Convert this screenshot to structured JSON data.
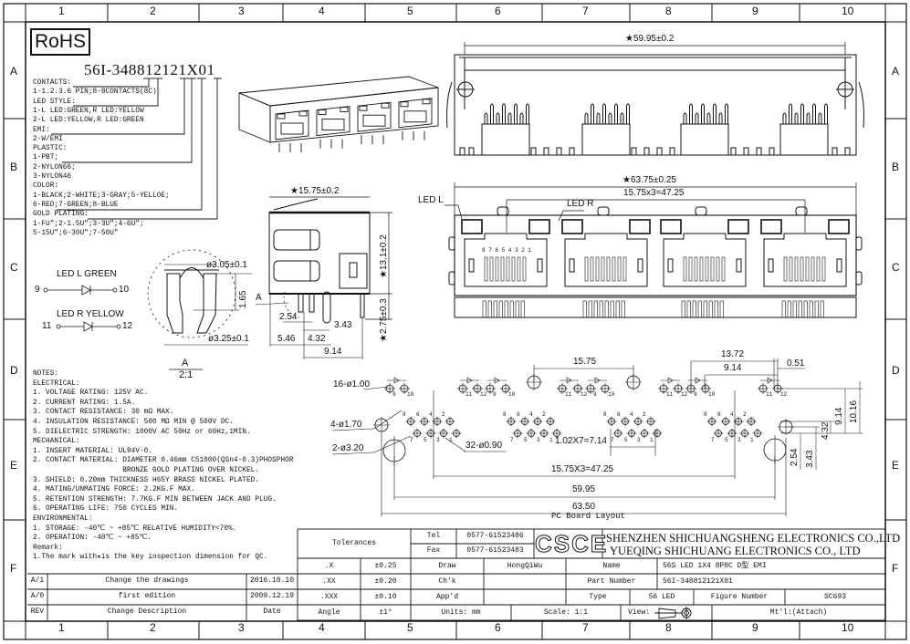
{
  "grid": {
    "cols": [
      "1",
      "2",
      "3",
      "4",
      "5",
      "6",
      "7",
      "8",
      "9",
      "10"
    ],
    "rows": [
      "A",
      "B",
      "C",
      "D",
      "E",
      "F"
    ]
  },
  "rohs": "RoHS",
  "part_code": "56I-348812121X01",
  "legend": [
    "CONTACTS:",
    "1-1.2.3.6 PIN;8-8CONTACTS(8C)",
    "LED STYLE:",
    "1-L LED:GREEN,R LED:YELLOW",
    "2-L LED:YELLOW,R LED:GREEN",
    "EMI:",
    "2-W/EMI",
    "PLASTIC:",
    "1-PBT;",
    "2-NYLON66;",
    "3-NYLON46",
    "COLOR:",
    "1-BLACK;2-WHITE;3-GRAY;5-YELLOE;",
    "6-RED;7-GREEN;8-BLUE",
    "GOLD PLATING:",
    "1-FU\";2-1.5U\";3-3U\";4-6U\";",
    "5-15U\";6-30U\";7-50U\""
  ],
  "led_schematic": [
    {
      "label": "LED L GREEN",
      "pin_a": "9",
      "pin_b": "10"
    },
    {
      "label": "LED R YELLOW",
      "pin_a": "11",
      "pin_b": "12"
    }
  ],
  "detail": {
    "dia_top": "ø3.05±0.1",
    "height": "1.65",
    "dia_bottom": "ø3.25±0.1",
    "label": "A",
    "scale": "2:1"
  },
  "side_view": {
    "width": "★15.75±0.2",
    "height": "★13.1±0.2",
    "pin_len": "★2.75±0.3",
    "detail_ref": "A",
    "d1": "2.54",
    "d2": "3.43",
    "d3": "5.46",
    "d4": "4.32",
    "d5": "9.14"
  },
  "top_view": {
    "width": "★59.95±0.2"
  },
  "front_view": {
    "width": "★63.75±0.25",
    "pitch": "15.75x3=47.25",
    "led_l": "LED L",
    "led_r": "LED R",
    "pin_numbers": "8 7 6 5 4 3 2 1"
  },
  "pcb": {
    "title": "PC Board Layout",
    "led_holes": "16-ø1.00",
    "mount_small": "4-ø1.70",
    "mount_large": "2-ø3.20",
    "signal_holes": "32-ø0.90",
    "d_1575": "15.75",
    "d_1372": "13.72",
    "d_914": "9.14",
    "d_051": "0.51",
    "d_714": "1.02X7=7.14",
    "d_4725": "15.75X3=47.25",
    "d_5995": "59.95",
    "d_6350": "63.50",
    "v_254": "2.54",
    "v_343": "3.43",
    "v_432": "4.32",
    "v_914": "9.14",
    "v_1016": "10.16",
    "led_pins": [
      "11",
      "12",
      "9",
      "10"
    ],
    "sig_top": [
      "8",
      "6",
      "4",
      "2"
    ],
    "sig_bot": [
      "7",
      "5",
      "3",
      "1"
    ]
  },
  "notes": [
    "NOTES:",
    "ELECTRICAL:",
    "1. VOLTAGE RATING: 125V AC.",
    "2. CURRENT RATING: 1.5A.",
    "3. CONTACT RESISTANCE: 30 mΩ MAX.",
    "4. INSULATION RESISTANCE: 500 MΩ MIN @ 500V DC.",
    "5. DIELECTRIC STRENGTH: 1000V AC 50Hz or 60Hz,1MIN.",
    "MECHANICAL:",
    "1. INSERT MATERIAL: UL94V-0.",
    "2. CONTACT MATERIAL: DIAMETER 0.46mm C51000(QSn4-0.3)PHOSPHOR",
    "                     BRONZE GOLD PLATING OVER NICKEL.",
    "3. SHIELD: 0.20mm THICKNESS H65Y BRASS NICKEL PLATED.",
    "4. MATING/UNMATING FORCE: 2.2KG.F MAX.",
    "5. RETENTION STRENGTH: 7.7KG.F MIN BETWEEN JACK AND PLUG.",
    "6. OPERATING LIFE: 750 CYCLES MIN.",
    "ENVIRONMENTAL:",
    "1. STORAGE: -40℃ ~ +85℃ RELATIVE HUMIDITY<70%.",
    "2. OPERATION: -40℃ ~ +85℃.",
    "Remark:",
    "1.The mark with★is the key inspection dimension for QC."
  ],
  "revisions": {
    "rows": [
      {
        "rev": "A/1",
        "desc": "Change the drawings",
        "date": "2016.10.10"
      },
      {
        "rev": "A/0",
        "desc": "first edition",
        "date": "2009.12.19"
      }
    ],
    "header": {
      "rev": "REV",
      "desc": "Change Description",
      "date": "Date"
    }
  },
  "title_block": {
    "tolerances": "Tolerances",
    "tel_label": "Tel",
    "tel": "0577-61523486",
    "fax_label": "Fax",
    "fax": "0577-61523483",
    "logo": "CSCE",
    "company1": "SHENZHEN SHICHUANGSHENG ELECTRONICS CO.,LTD",
    "company2": "YUEQING SHICHUANG ELECTRONICS CO., LTD",
    "tol": [
      {
        "k": ".X",
        "v": "±0.25"
      },
      {
        "k": ".XX",
        "v": "±0.20"
      },
      {
        "k": ".XXX",
        "v": "±0.10"
      },
      {
        "k": "Angle",
        "v": "±1°"
      }
    ],
    "draw_label": "Draw",
    "draw": "HongQiWu",
    "chk_label": "Ch'k",
    "app_label": "App'd",
    "name_label": "Name",
    "name": "56S LED 1X4 8P8C D型 EMI",
    "pn_label": "Part Number",
    "pn": "56I-348812121X01",
    "type_label": "Type",
    "type": "56 LED",
    "fig_label": "Figure Number",
    "fig": "SC693",
    "units": "Units: mm",
    "scale": "Scale: 1:1",
    "view": "View:",
    "material": "Mt'l:(Attach)"
  }
}
